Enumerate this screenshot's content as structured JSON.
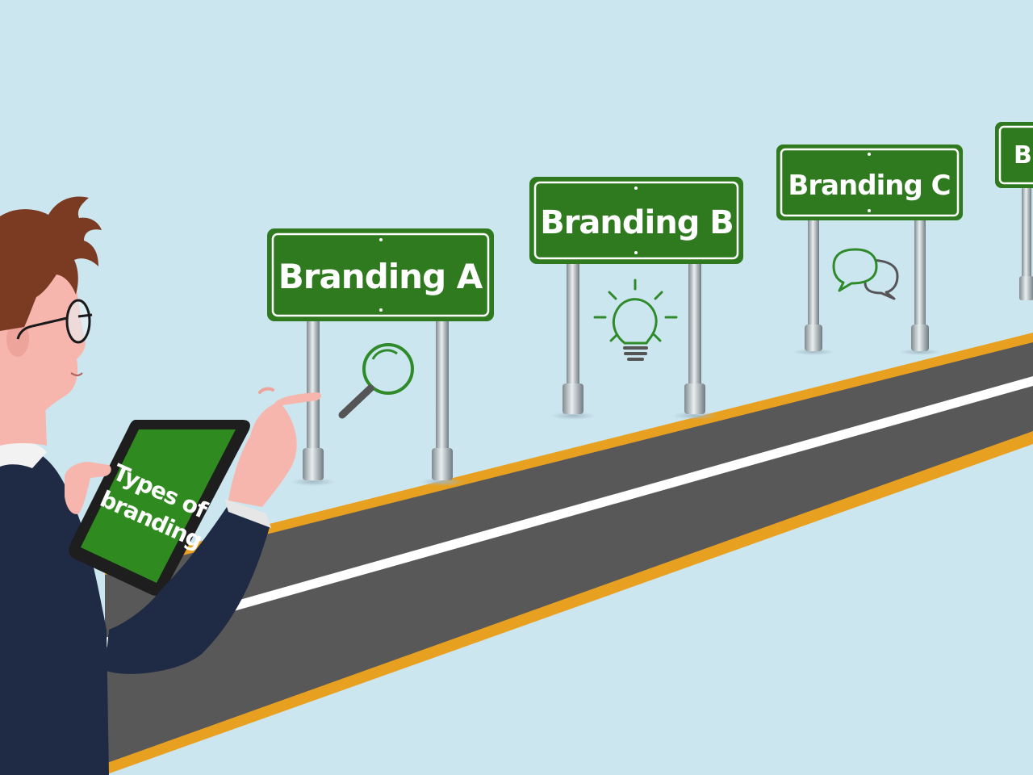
{
  "colors": {
    "sky": "#cce6f0",
    "sign_green": "#2f7a1f",
    "sign_border": "#ffffff",
    "road_asphalt": "#5a5a5a",
    "road_edge": "#e8a021",
    "road_line": "#ffffff",
    "icon_green": "#2f8a2a",
    "suit": "#1f2a44",
    "hair": "#7a3b22",
    "skin": "#f7b6ad"
  },
  "signs": [
    {
      "label": "Branding A",
      "icon": "magnifying-glass-icon"
    },
    {
      "label": "Branding B",
      "icon": "lightbulb-icon"
    },
    {
      "label": "Branding C",
      "icon": "speech-bubbles-icon"
    },
    {
      "label": "Br",
      "icon": ""
    }
  ],
  "tablet": {
    "line1": "Types of",
    "line2": "branding"
  }
}
